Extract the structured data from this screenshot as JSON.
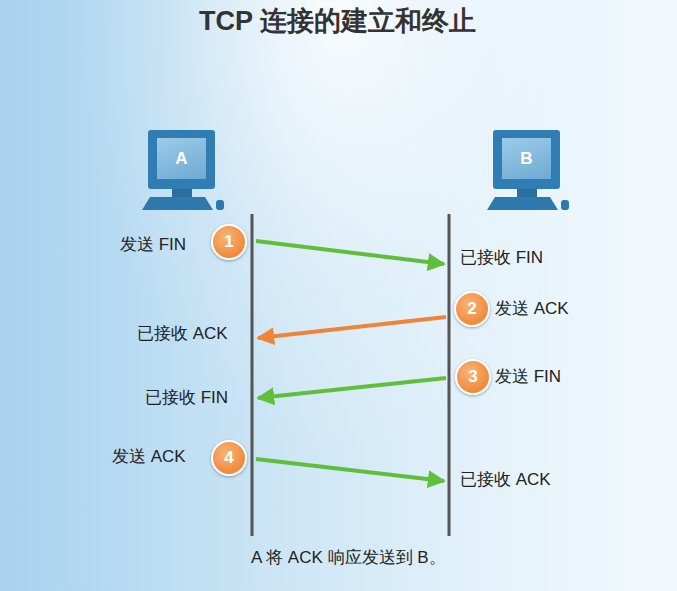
{
  "diagram": {
    "title": "TCP 连接的建立和终止",
    "caption": "A 将 ACK 响应发送到 B。",
    "nodes": [
      {
        "text": [
          "A"
        ]
      },
      {
        "text": [
          "B"
        ]
      },
      {
        "text": [
          "1"
        ]
      },
      {
        "text": [
          "2"
        ]
      },
      {
        "text": [
          "3"
        ]
      },
      {
        "text": [
          "4"
        ]
      }
    ],
    "labels": [
      "发送 FIN",
      "已接收 FIN",
      "发送 ACK",
      "已接收 ACK",
      "发送 FIN",
      "已接收 FIN",
      "发送 ACK",
      "已接收 ACK"
    ]
  }
}
